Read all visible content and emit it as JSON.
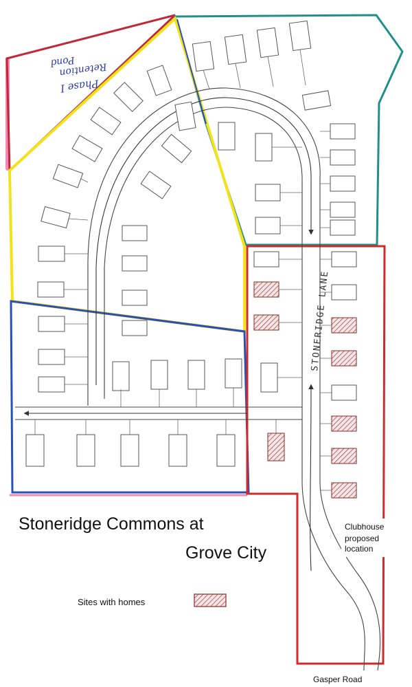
{
  "map": {
    "title_line1": "Stoneridge Commons at",
    "title_line2": "Grove City",
    "street_label": "STONERIDGE LANE",
    "pond_line1": "Phase I",
    "pond_line2": "Retention",
    "pond_line3": "Pond",
    "road_label": "Gasper Road",
    "clubhouse_label": "Clubhouse",
    "clubhouse_proposed": "proposed location",
    "legend_label": "Sites with homes",
    "side_label": "",
    "ne_label": ""
  },
  "phase_colors": {
    "pond_boundary": "#c0283a",
    "yellow_phase": "#f2e21a",
    "blue_phase": "#2a4fb5",
    "teal_phase": "#1f8f8a",
    "red_phase": "#d02a2a",
    "pink_highlight": "#f08ab0"
  },
  "lots": [
    {
      "id": "lot-1",
      "label": "",
      "has_home": false
    },
    {
      "id": "lot-2",
      "label": "",
      "has_home": false
    },
    {
      "id": "lot-3",
      "label": "",
      "has_home": false
    },
    {
      "id": "lot-4",
      "label": "",
      "has_home": false
    },
    {
      "id": "lot-5",
      "label": "",
      "has_home": false
    },
    {
      "id": "lot-6",
      "label": "",
      "has_home": false
    }
  ]
}
